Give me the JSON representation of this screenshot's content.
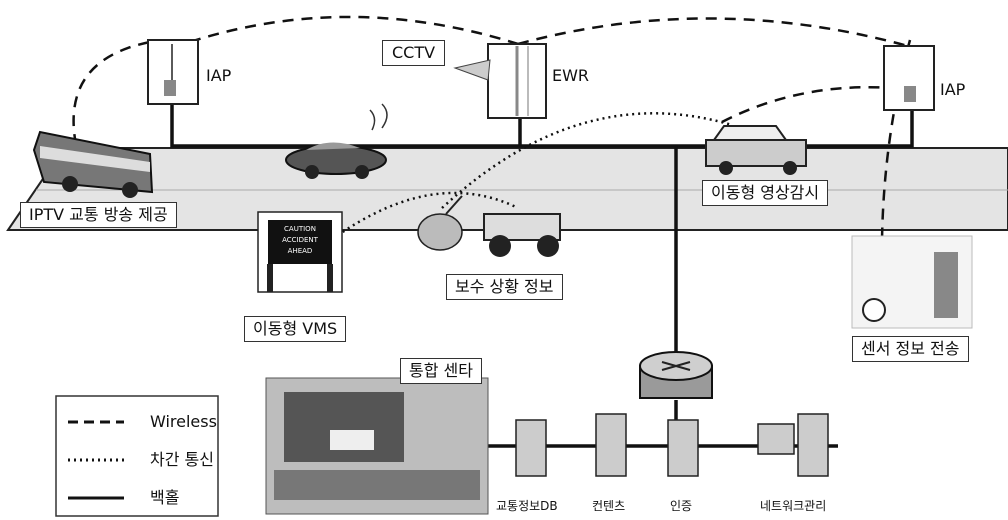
{
  "labels": {
    "iap_left": "IAP",
    "iap_right": "IAP",
    "cctv": "CCTV",
    "ewr": "EWR",
    "iptv": "IPTV 교통 방송 제공",
    "mobile_surveillance": "이동형 영상감시",
    "mobile_vms": "이동형 VMS",
    "repair_info": "보수 상황 정보",
    "sensor_info": "센서 정보 전송",
    "center": "통합 센타"
  },
  "vms_sign": [
    "CAUTION",
    "ACCIDENT",
    "AHEAD"
  ],
  "servers": [
    "교통정보DB",
    "컨텐츠",
    "인증",
    "네트워크관리"
  ],
  "legend": [
    {
      "style": "dashed",
      "label": "Wireless"
    },
    {
      "style": "dotted",
      "label": "차간 통신"
    },
    {
      "style": "solid",
      "label": "백홀"
    }
  ]
}
